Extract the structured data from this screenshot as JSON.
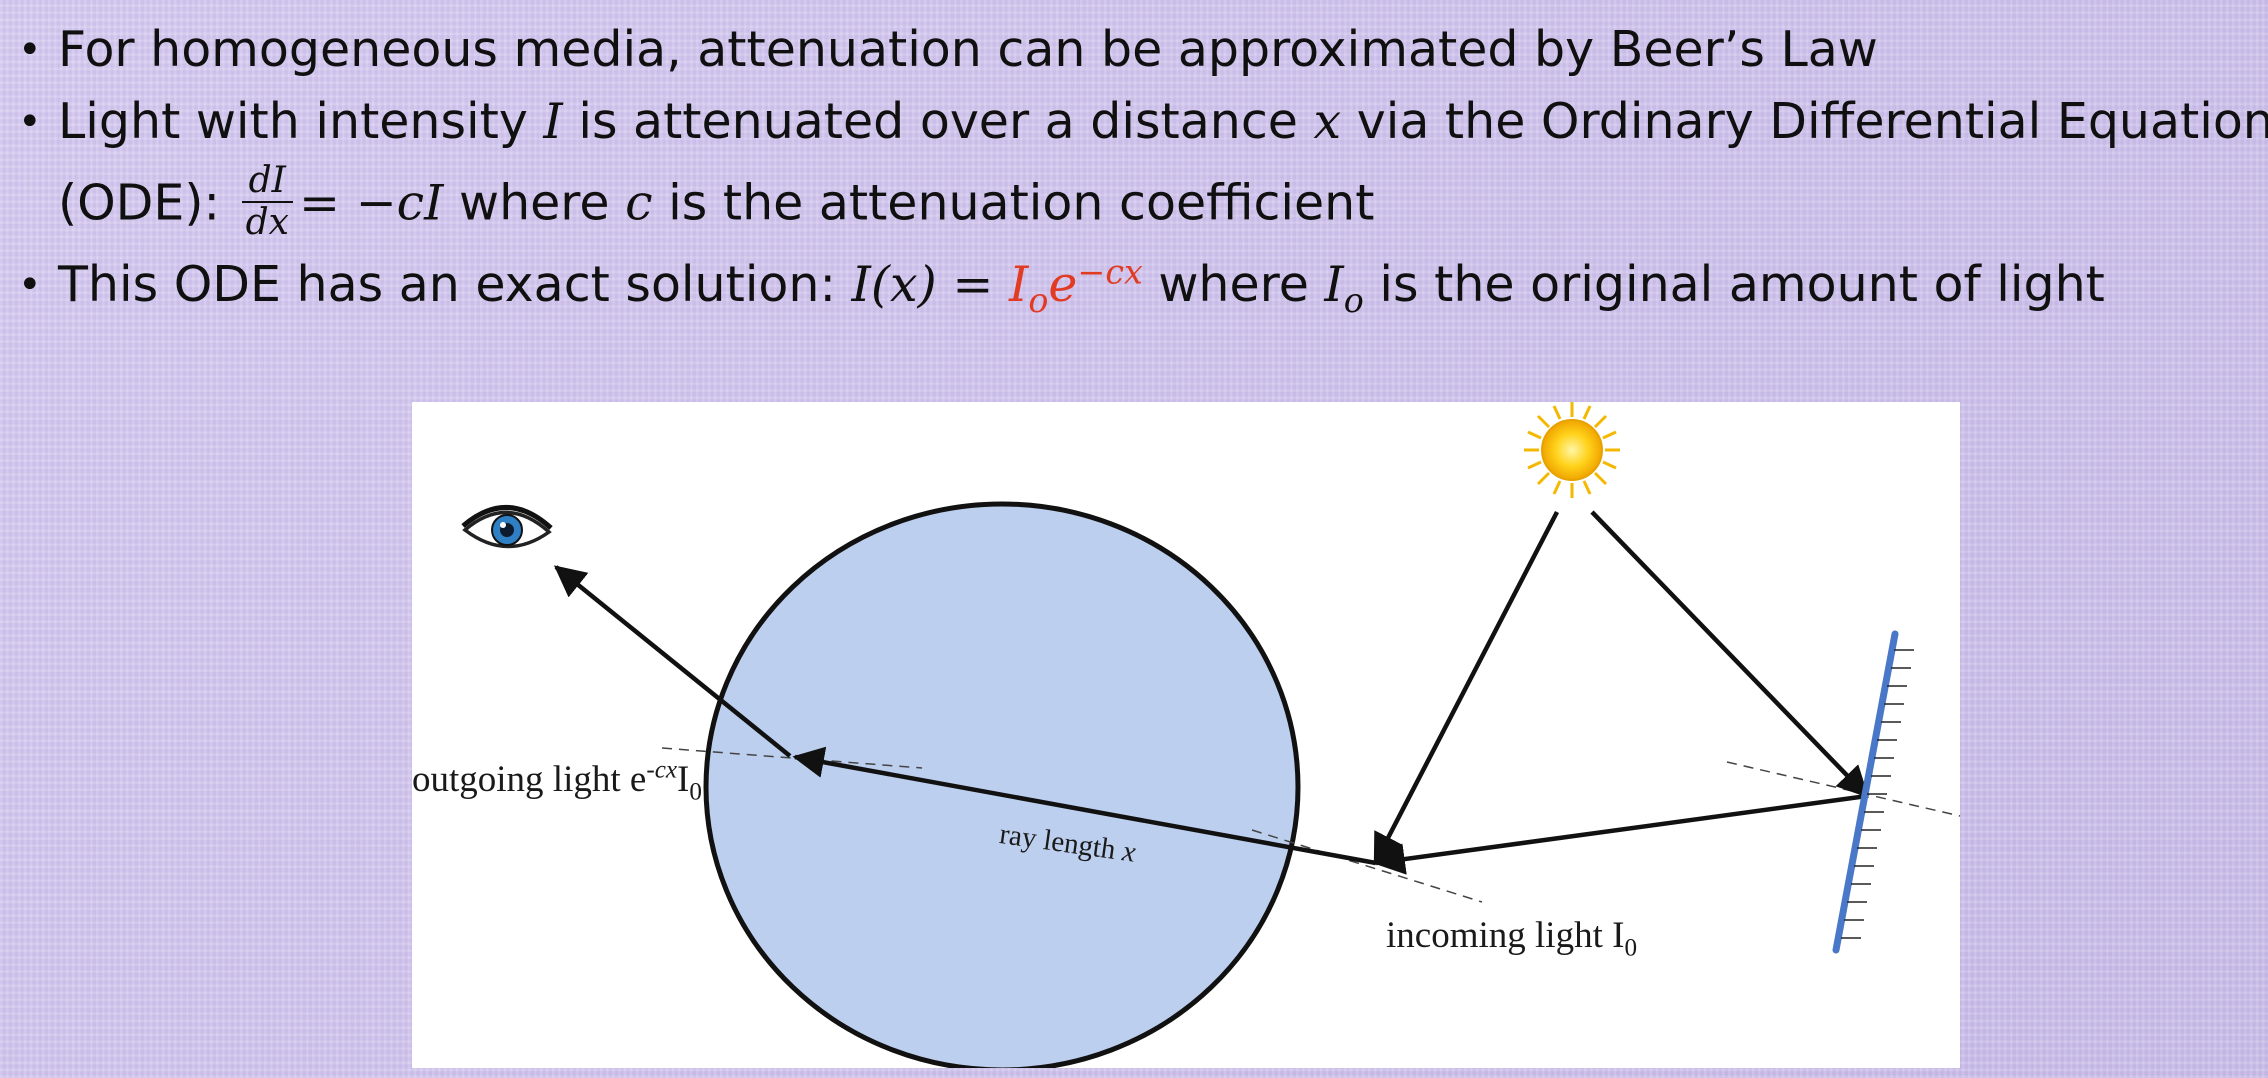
{
  "bullets": {
    "b1": "For homogeneous media, attenuation can be approximated by Beer’s Law",
    "b2": {
      "t1": "Light with intensity ",
      "I": "I",
      "t2": " is attenuated over a distance ",
      "x": "x",
      "t3": " via the Ordinary Differential Equation",
      "t4": "(ODE):",
      "frac_num": "dI",
      "frac_den": "dx",
      "eq": "= −cI",
      "t5": " where ",
      "c": "c",
      "t6": " is the attenuation coefficient"
    },
    "b3": {
      "t1": "This ODE has an exact solution: ",
      "lhs": "I(x) = ",
      "I": "I",
      "o_sub": "o",
      "e": "e",
      "exp": "−cx",
      "t2": " where ",
      "I2": "I",
      "o2": "o",
      "t3": " is the original amount of light"
    }
  },
  "figure": {
    "outgoing_label": "outgoing light e",
    "outgoing_exp": "-cx",
    "outgoing_I": "I",
    "outgoing_sub": "0",
    "ray_label": "ray length ",
    "ray_x": "x",
    "incoming_label": "incoming light I",
    "incoming_sub": "0",
    "colors": {
      "sphere_fill": "#bccfee",
      "mirror": "#4a78c8",
      "sun": "#f5b800",
      "emphasis_red": "#e23b23"
    }
  }
}
